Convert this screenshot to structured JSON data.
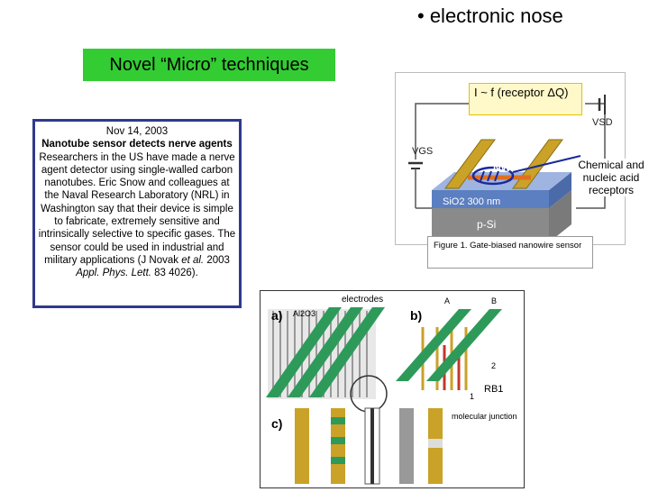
{
  "slide": {
    "green_title": "Novel “Micro” techniques",
    "bullet": "• electronic nose"
  },
  "news": {
    "date": "Nov 14, 2003",
    "headline": "Nanotube sensor detects nerve agents",
    "body": "Researchers in the US have made a nerve agent detector using single-walled carbon nanotubes. Eric Snow and colleagues at the Naval Research Laboratory (NRL) in Washington say that their device is simple to fabricate, extremely sensitive and intrinsically selective to specific gases. The sensor could be used in industrial and military applications (J Novak ",
    "et_al": "et al.",
    "year_journal_pre": " 2003 ",
    "journal": "Appl. Phys. Lett.",
    "citation_tail": " 83 4026)."
  },
  "figure1": {
    "yellow_label": "I ~ f (receptor ΔQ)",
    "vsd": "VSD",
    "vgs": "VGS",
    "nw": "NW",
    "sio2": "SiO2  300 nm",
    "psi": "p-Si",
    "callout": "Chemical and nucleic acid receptors",
    "caption": "Figure 1.  Gate-biased nanowire sensor"
  },
  "figure2": {
    "label_a": "a)",
    "label_b": "b)",
    "label_c": "c)",
    "al2o3": "Al2O3",
    "electrodes": "electrodes",
    "A": "A",
    "B": "B",
    "num1": "1",
    "num2": "2",
    "r_b1": "RB1",
    "molecular_junction": "molecular junction"
  }
}
